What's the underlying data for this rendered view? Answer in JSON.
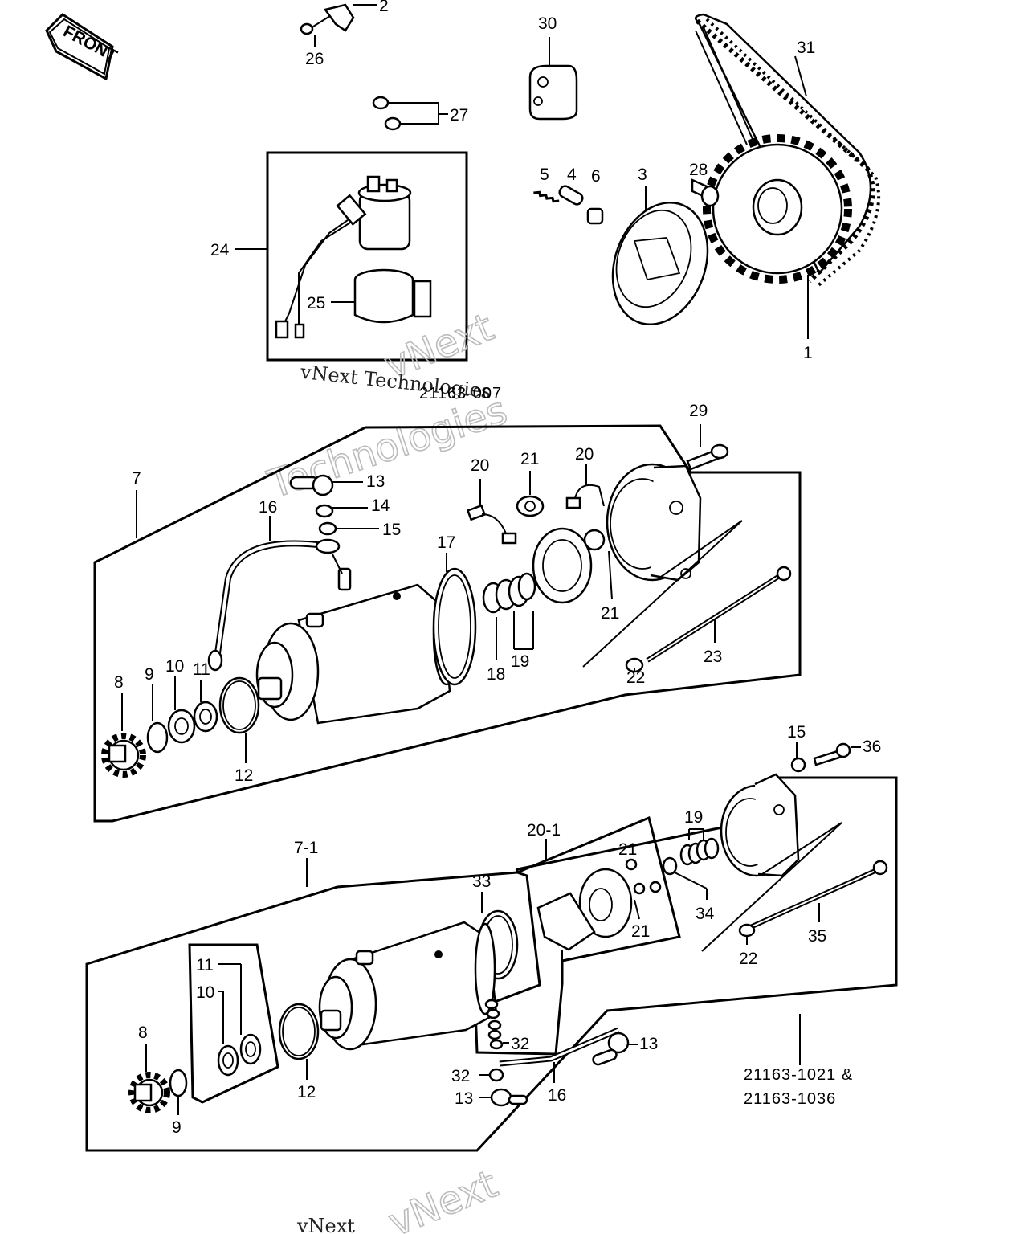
{
  "diagram": {
    "front_arrow_label": "FRONT",
    "codes": {
      "upper": "21163-007",
      "lower_1": "21163-1021  &",
      "lower_2": "21163-1036"
    },
    "watermark": {
      "large_1": "vNext",
      "large_2": "Technologies",
      "small": "vNext Technologies",
      "bottom_large": "vNext",
      "bottom_small": "vNext"
    },
    "callouts": {
      "c2": "2",
      "c26": "26",
      "c27": "27",
      "c30": "30",
      "c31": "31",
      "c24": "24",
      "c25": "25",
      "c5": "5",
      "c4": "4",
      "c6": "6",
      "c3": "3",
      "c28": "28",
      "c1": "1",
      "c29": "29",
      "c7": "7",
      "c13a": "13",
      "c14": "14",
      "c15a": "15",
      "c16a": "16",
      "c20a": "20",
      "c21a": "21",
      "c20b": "20",
      "c17": "17",
      "c21b": "21",
      "c18": "18",
      "c19a": "19",
      "c23": "23",
      "c22a": "22",
      "c8a": "8",
      "c9a": "9",
      "c10a": "10",
      "c11a": "11",
      "c12a": "12",
      "c15b": "15",
      "c36": "36",
      "c71": "7-1",
      "c201": "20-1",
      "c19b": "19",
      "c21c": "21",
      "c21d": "21",
      "c34": "34",
      "c33": "33",
      "c35": "35",
      "c22b": "22",
      "c11b": "11",
      "c10b": "10",
      "c8b": "8",
      "c9b": "9",
      "c12b": "12",
      "c32a": "32",
      "c13b": "13",
      "c32b": "32",
      "c13c": "13",
      "c16b": "16"
    }
  }
}
